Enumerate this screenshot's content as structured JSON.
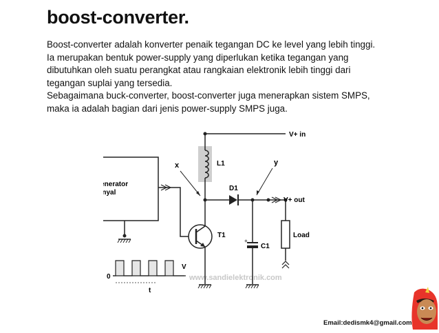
{
  "slide": {
    "title": "boost-converter.",
    "paragraphs": [
      "Boost-converter adalah konverter penaik tegangan DC ke level yang lebih tinggi.",
      "Ia merupakan bentuk power-supply yang diperlukan ketika tegangan yang",
      "dibutuhkan oleh suatu perangkat atau rangkaian elektronik lebih tinggi dari",
      "tegangan suplai yang tersedia.",
      "Sebagaimana buck-converter, boost-converter juga menerapkan sistem SMPS,",
      "maka ia adalah bagian dari jenis power-supply SMPS juga."
    ],
    "email": "Email:dedismk4@gmail.com"
  },
  "diagram": {
    "generator_line1": "generator",
    "generator_line2": "sinyal",
    "vin": "V+ in",
    "vout": "V+ out",
    "l1": "L1",
    "d1": "D1",
    "t1": "T1",
    "c1": "C1",
    "load": "Load",
    "x": "x",
    "y": "y",
    "v": "V",
    "zero": "0",
    "t": "t",
    "watermark": "www.sandielektronik.com"
  }
}
